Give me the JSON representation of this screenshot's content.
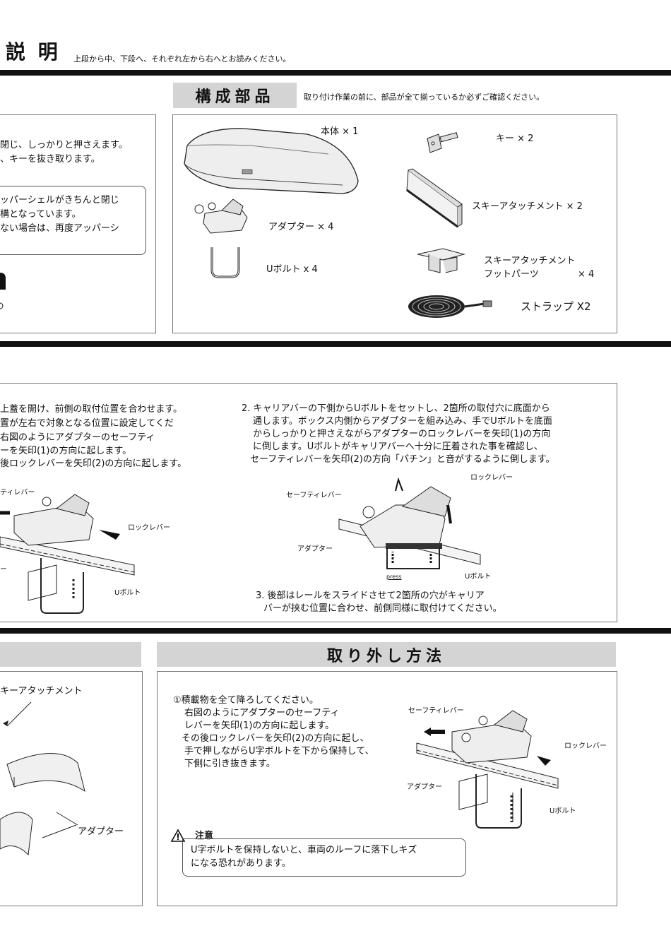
{
  "header": {
    "title": "説 明",
    "subtitle": "上段から中、下段へ、それぞれ左から右へとお読みください。"
  },
  "parts": {
    "heading": "構成部品",
    "note": "取り付け作業の前に、部品が全て揃っているか必ずご確認ください。",
    "items": {
      "body": "本体 × 1",
      "key": "キー × 2",
      "ski_attachment": "スキーアタッチメント × 2",
      "adapter": "アダプター × 4",
      "ubolt": "Uボルト x 4",
      "foot_part_l1": "スキーアタッチメント",
      "foot_part_l2": "フットパーツ",
      "foot_part_qty": "× 4",
      "strap": "ストラップ X2"
    }
  },
  "left_upper": {
    "lines": [
      "閉じ、しっかりと押さえます。",
      "、キーを抜き取ります。"
    ],
    "notice_lines": [
      "ッパーシェルがきちんと閉じ",
      "構となっています。",
      "ない場合は、再度アッパーシ"
    ]
  },
  "mount": {
    "step1_lines": [
      "上蓋を開け、前側の取付位置を合わせます。",
      "置が左右で対象となる位置に設定してくだ",
      "右図のようにアダプターのセーフティ",
      "ーを矢印(1)の方向に起します。",
      "後ロックレバーを矢印(2)の方向に起します。"
    ],
    "step1_labels": {
      "safety": "ティレバー",
      "lock": "ロックレバー",
      "adapter": "ー",
      "ubolt": "Uボルト"
    },
    "step2_lines": [
      "2. キャリアバーの下側からUボルトをセットし、2箇所の取付穴に底面から",
      "通します。ボックス内側からアダプターを組み込み、手でUボルトを底面",
      "からしっかりと押さえながらアダプターのロックレバーを矢印(1)の方向",
      "に倒します。Uボルトがキャリアバーへ十分に圧着された事を確認し、",
      "セーフティレバーを矢印(2)の方向「パチン」と音がするように倒します。"
    ],
    "step2_labels": {
      "safety": "セーフティレバー",
      "lock": "ロックレバー",
      "adapter": "アダプター",
      "ubolt": "Uボルト",
      "press": "press"
    },
    "step3_lines": [
      "3. 後部はレールをスライドさせて2箇所の穴がキャリア",
      "バーが挟む位置に合わせ、前側同様に取付けてください。"
    ]
  },
  "ski": {
    "label_top": "キーアタッチメント",
    "label_adapter": "アダプター"
  },
  "removal": {
    "heading": "取り外し方法",
    "lines": [
      "①積載物を全て降ろしてください。",
      "右図のようにアダプターのセーフティ",
      "レバーを矢印(1)の方向に起します。",
      "その後ロックレバーを矢印(2)の方向に起し、",
      "手で押しながらU字ボルトを下から保持して、",
      "下側に引き抜きます。"
    ],
    "labels": {
      "safety": "セーフティレバー",
      "lock": "ロックレバー",
      "adapter": "アダプター",
      "ubolt": "Uボルト"
    },
    "caution_title": "注意",
    "caution_lines": [
      "U字ボルトを保持しないと、車両のルーフに落下しキズ",
      "になる恐れがあります。"
    ]
  }
}
